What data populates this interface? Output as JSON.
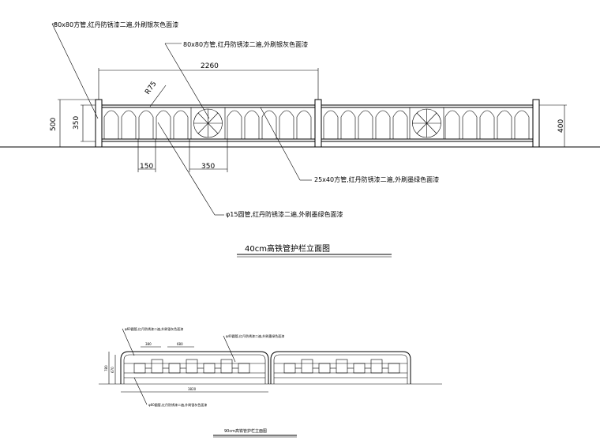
{
  "top": {
    "title": "40cm高铁管护栏立面图",
    "callouts": {
      "post": "80x80方管,红丹防锈漆二遍,外刷银灰色面漆",
      "post2": "80x80方管,红丹防锈漆二遍,外刷银灰色面漆",
      "rail": "25x40方管,红丹防锈漆二遍,外刷墨绿色面漆",
      "bar": "φ15圆管,红丹防锈漆二遍,外刷墨绿色面漆"
    },
    "dims": {
      "span": "2260",
      "radius": "R75",
      "spacing": "150",
      "circle": "350",
      "total_h": "500",
      "rail_h": "350",
      "right_h": "400"
    }
  },
  "bottom": {
    "title": "90cm高铁管护栏立面图",
    "callouts": {
      "top_rail": "φ60圆管,红丹防锈漆二遍,外刷银灰色面漆",
      "mid": "φ40圆管,红丹防锈漆二遍,外刷墨绿色面漆",
      "bottom": "φ60圆管,红丹防锈漆二遍,外刷银灰色面漆"
    },
    "dims": {
      "d1": "380",
      "d2": "680",
      "total": "3820",
      "h1": "780",
      "h2": "670"
    }
  }
}
